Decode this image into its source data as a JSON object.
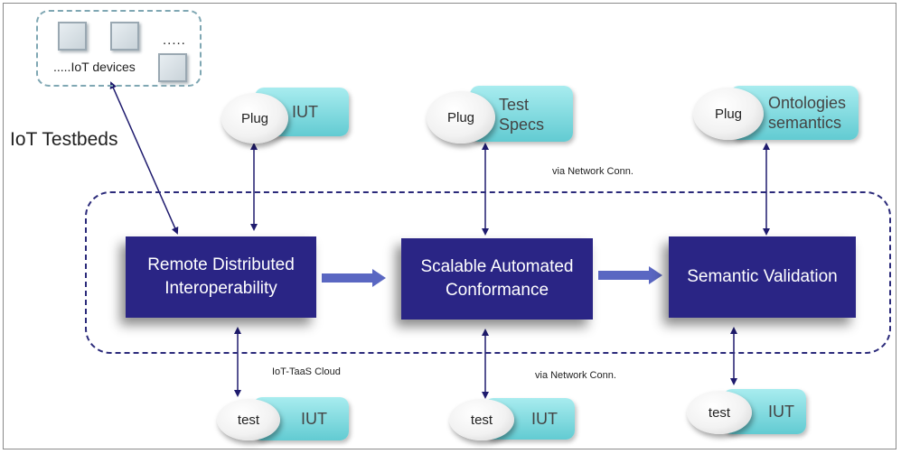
{
  "testbeds_label": "IoT Testbeds",
  "devices": {
    "label": ".....IoT devices",
    "ellipsis": "....."
  },
  "blocks": [
    {
      "line1": "Remote Distributed",
      "line2": "Interoperability"
    },
    {
      "line1": "Scalable Automated",
      "line2": "Conformance"
    },
    {
      "line1": "Semantic Validation",
      "line2": ""
    }
  ],
  "plugs_top": [
    {
      "plug": "Plug",
      "line1": "IUT",
      "line2": ""
    },
    {
      "plug": "Plug",
      "line1": "Test",
      "line2": "Specs"
    },
    {
      "plug": "Plug",
      "line1": "Ontologies",
      "line2": "semantics"
    }
  ],
  "tests_bottom": [
    {
      "plug": "test",
      "label": "IUT"
    },
    {
      "plug": "test",
      "label": "IUT"
    },
    {
      "plug": "test",
      "label": "IUT"
    }
  ],
  "annotations": {
    "network_top": "via Network Conn.",
    "cloud": "IoT-TaaS Cloud",
    "network_bottom": "via Network Conn."
  },
  "colors": {
    "block": "#2a2585",
    "cloud_border": "#2b2a7a",
    "pill": "#6fd0d6",
    "arrow": "#5a67c2"
  }
}
